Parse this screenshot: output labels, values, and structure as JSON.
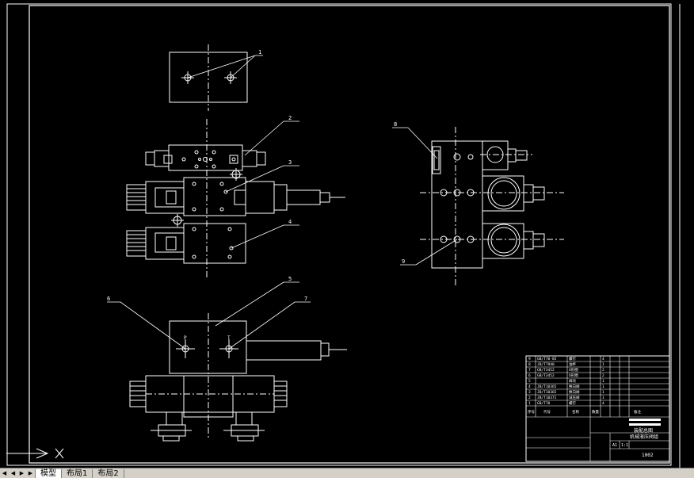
{
  "drawing": {
    "callouts": [
      "1",
      "2",
      "3",
      "4",
      "5",
      "6",
      "7",
      "8",
      "9"
    ],
    "port_labels": {
      "pressure": "P",
      "tank": "T"
    }
  },
  "title_block": {
    "parts": [
      {
        "no": "9",
        "code": "GB/T70-85",
        "name": "螺钉",
        "qty": "4"
      },
      {
        "no": "8",
        "code": "JB/T7940",
        "name": "油杯",
        "qty": "1"
      },
      {
        "no": "7",
        "code": "GB/T3452",
        "name": "O形圈",
        "qty": "2"
      },
      {
        "no": "6",
        "code": "GB/T3452",
        "name": "O形圈",
        "qty": "2"
      },
      {
        "no": "5",
        "code": "",
        "name": "阀块",
        "qty": "1"
      },
      {
        "no": "4",
        "code": "JB/T10365",
        "name": "换向阀",
        "qty": "1"
      },
      {
        "no": "3",
        "code": "JB/T10365",
        "name": "换向阀",
        "qty": "1"
      },
      {
        "no": "2",
        "code": "JB/T10371",
        "name": "减压阀",
        "qty": "1"
      },
      {
        "no": "1",
        "code": "GB/T70",
        "name": "螺钉",
        "qty": "4"
      }
    ],
    "header": {
      "no": "序号",
      "code": "代号",
      "name": "名称",
      "qty": "数量",
      "note": "备注"
    },
    "title_line1": "装配总图",
    "title_line2": "机械液压阀组",
    "sheet_code": "A1",
    "scale": "1:1",
    "drawing_no": "1002"
  },
  "tabs": [
    "模型",
    "布局1",
    "布局2"
  ],
  "nav_buttons": [
    "first-arrow",
    "prev-arrow",
    "next-arrow",
    "last-arrow"
  ]
}
